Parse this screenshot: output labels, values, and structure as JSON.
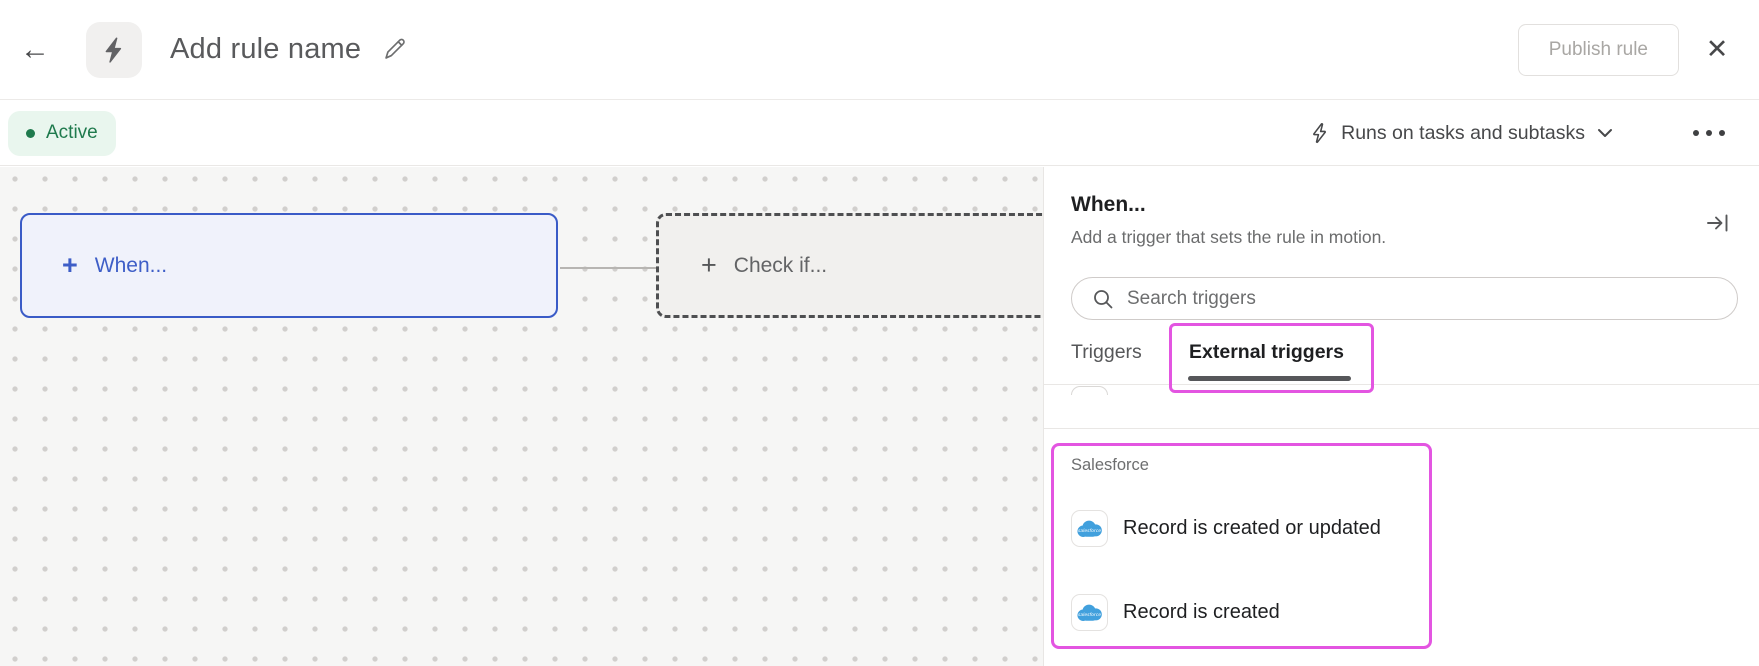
{
  "header": {
    "title": "Add rule name",
    "publish_label": "Publish rule",
    "back_glyph": "←",
    "close_glyph": "✕"
  },
  "statusbar": {
    "status_label": "Active",
    "scope_label": "Runs on tasks and subtasks"
  },
  "canvas": {
    "plus_glyph": "+",
    "when_label": "When...",
    "check_label": "Check if..."
  },
  "panel": {
    "heading": "When...",
    "subheading": "Add a trigger that sets the rule in motion.",
    "search_placeholder": "Search triggers",
    "tabs": [
      {
        "label": "Triggers",
        "active": false
      },
      {
        "label": "External triggers",
        "active": true
      }
    ],
    "salesforce_section": {
      "title": "Salesforce",
      "items": [
        {
          "app": "salesforce",
          "label": "Record is created or updated"
        },
        {
          "app": "salesforce",
          "label": "Record is created"
        }
      ]
    }
  },
  "colors": {
    "annotation_highlight": "#e355e1",
    "status_green": "#1f7a4d",
    "status_green_bg": "#e9f6ee",
    "when_card_blue": "#3e5ec7",
    "when_card_bg": "#f0f2fb",
    "salesforce_blue": "#41a0dd",
    "canvas_bg": "#f6f6f5",
    "disabled_text": "#a9a7a4"
  }
}
